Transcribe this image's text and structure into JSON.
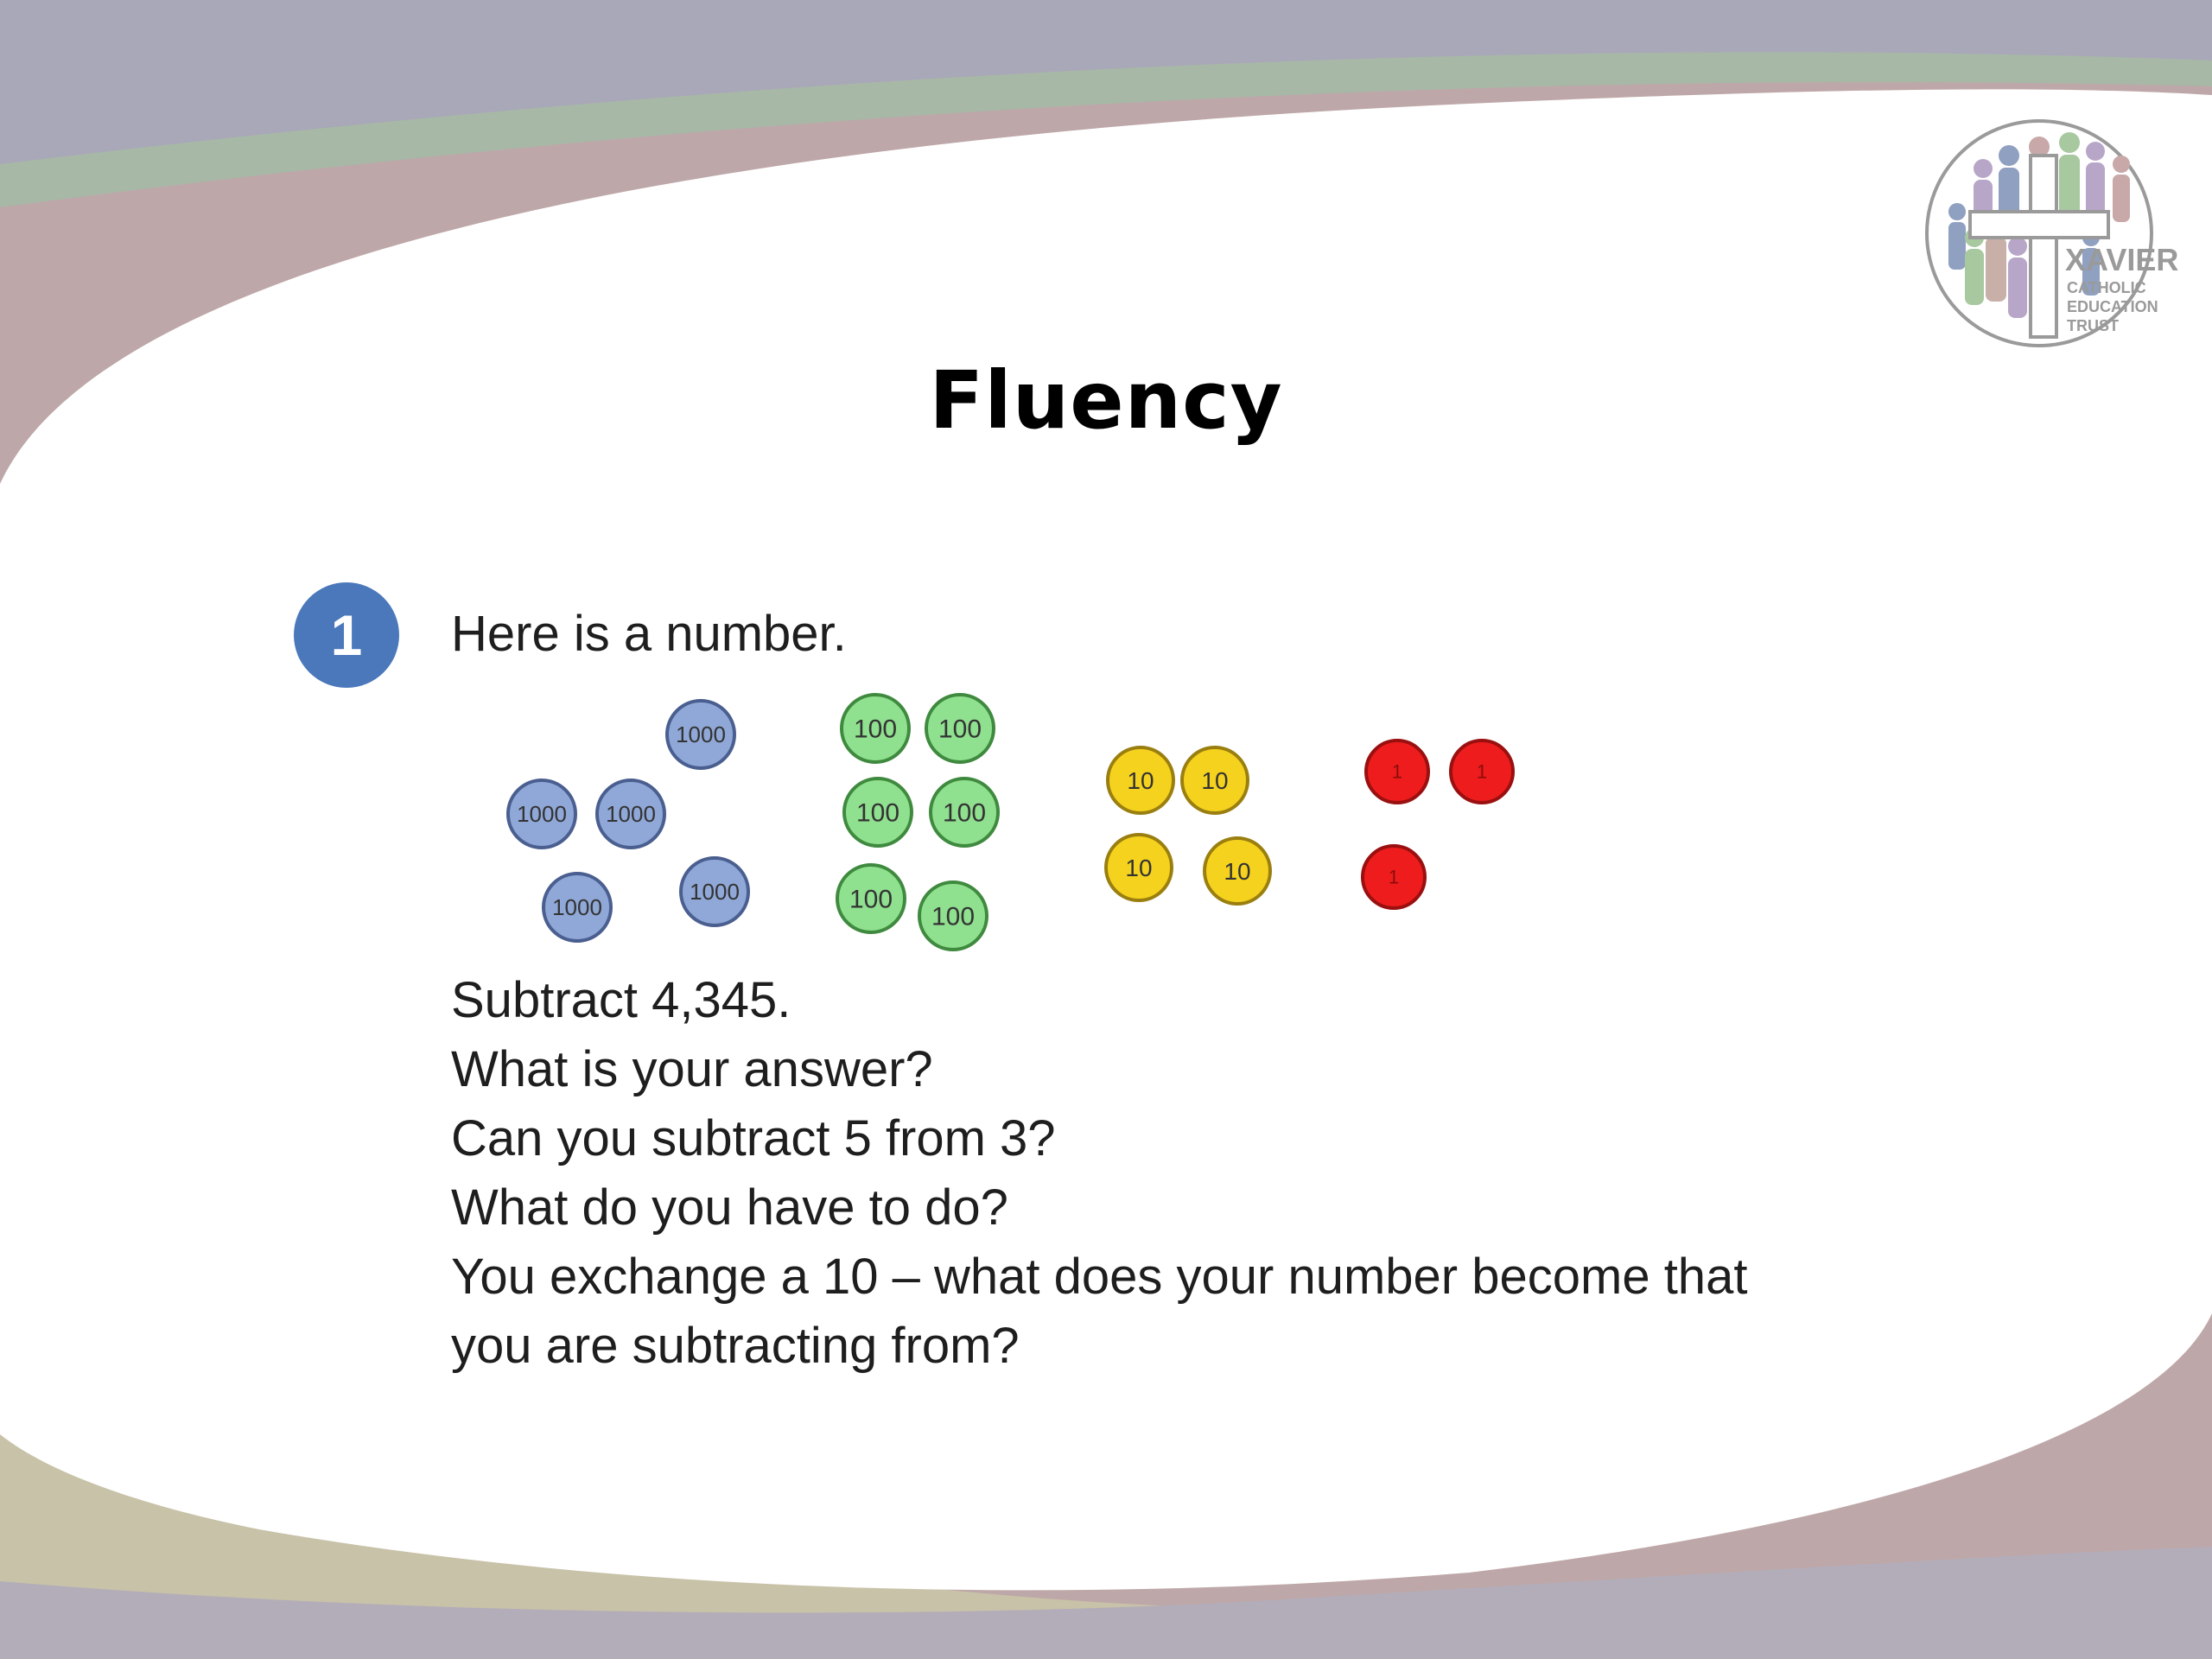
{
  "slide": {
    "title": "Fluency",
    "question_number": "1",
    "prompt": "Here is a number.",
    "lines": [
      "Subtract 4,345.",
      "What is your answer?",
      "Can you subtract 5 from 3?",
      "What do you have to do?",
      "You exchange a 10 – what does your number become  that",
      "you are subtracting from?"
    ]
  },
  "counters": {
    "thousands": {
      "label": "1000",
      "count": 5,
      "fill": "#8fa8d8",
      "stroke": "#4a5f8f"
    },
    "hundreds": {
      "label": "100",
      "count": 6,
      "fill": "#8fe08f",
      "stroke": "#3f8a3f"
    },
    "tens": {
      "label": "10",
      "count": 4,
      "fill": "#f5d21e",
      "stroke": "#9a7f10"
    },
    "ones": {
      "label": "1",
      "count": 3,
      "fill": "#ee1c1c",
      "stroke": "#9a1010"
    }
  },
  "logo": {
    "name": "XAVIER",
    "subtitle": [
      "CATHOLIC",
      "EDUCATION",
      "TRUST"
    ]
  },
  "colors": {
    "badge": "#4a78bb",
    "band_purple": "#a9a8b8",
    "band_green": "#a7b8a6",
    "band_rose": "#bea7a8",
    "band_bottom_tan": "#c8c2a8",
    "band_bottom_purple": "#b3adb9"
  }
}
